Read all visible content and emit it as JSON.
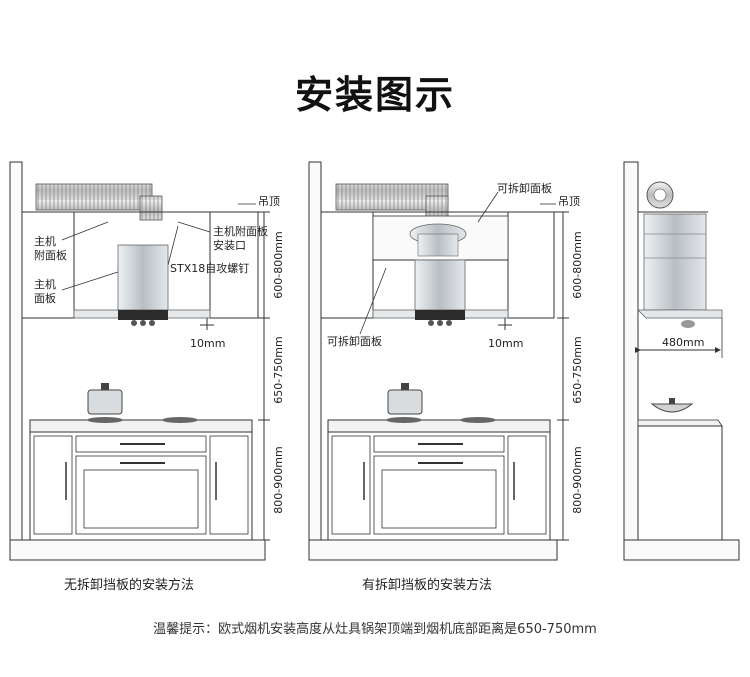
{
  "title": "安装图示",
  "labels": {
    "ceiling": "吊顶",
    "host_attach_panel": "主机\n附面板",
    "host_panel": "主机\n面板",
    "attach_panel_mount": "主机附面板\n安装口",
    "screw": "STX18自攻螺钉",
    "gap": "10mm",
    "removable_panel": "可拆卸面板",
    "width": "480mm"
  },
  "dimensions": {
    "hood_height": "600-800mm",
    "hood_to_stove": "650-750mm",
    "cabinet_height": "800-900mm"
  },
  "captions": {
    "left": "无拆卸挡板的安装方法",
    "middle": "有拆卸挡板的安装方法"
  },
  "tip": "温馨提示：欧式烟机安装高度从灶具锅架顶端到烟机底部距离是650-750mm",
  "colors": {
    "line": "#333333",
    "steel": "#c9ced3",
    "steel_dark": "#8d949a",
    "wall": "#f4f4f4"
  }
}
